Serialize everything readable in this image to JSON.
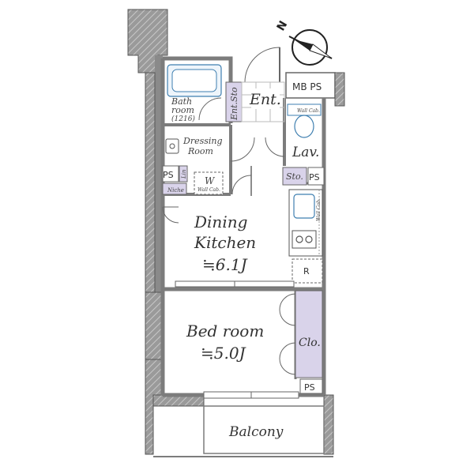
{
  "rooms": {
    "entrance": "Ent.",
    "entrance_storage": "Ent.Sto",
    "mb_ps": "MB PS",
    "bathroom_line1": "Bath",
    "bathroom_line2": "room",
    "bathroom_size": "(1216)",
    "wall_cab_lav": "Wall Cab.",
    "dressing_line1": "Dressing",
    "dressing_line2": "Room",
    "lavatory": "Lav.",
    "ps_left": "PS",
    "linen": "Lin",
    "washer": "W",
    "wall_cab_washer": "Wall Cab.",
    "niche": "Niche",
    "storage": "Sto.",
    "ps_right": "PS",
    "wall_cab_kitchen": "Wall Cab.",
    "dining_line1": "Dining",
    "dining_line2": "Kitchen",
    "dining_area": "≒6.1J",
    "refrigerator": "R",
    "bedroom": "Bed room",
    "bedroom_area": "≒5.0J",
    "closet": "Clo.",
    "ps_bottom": "PS",
    "balcony": "Balcony"
  },
  "compass": {
    "label": "N",
    "icon": "north-arrow-icon"
  },
  "colors": {
    "wall": "#8a8a8a",
    "storage_fill": "#d9d3ea",
    "line": "#555555",
    "fixture": "#3f7fb0"
  }
}
